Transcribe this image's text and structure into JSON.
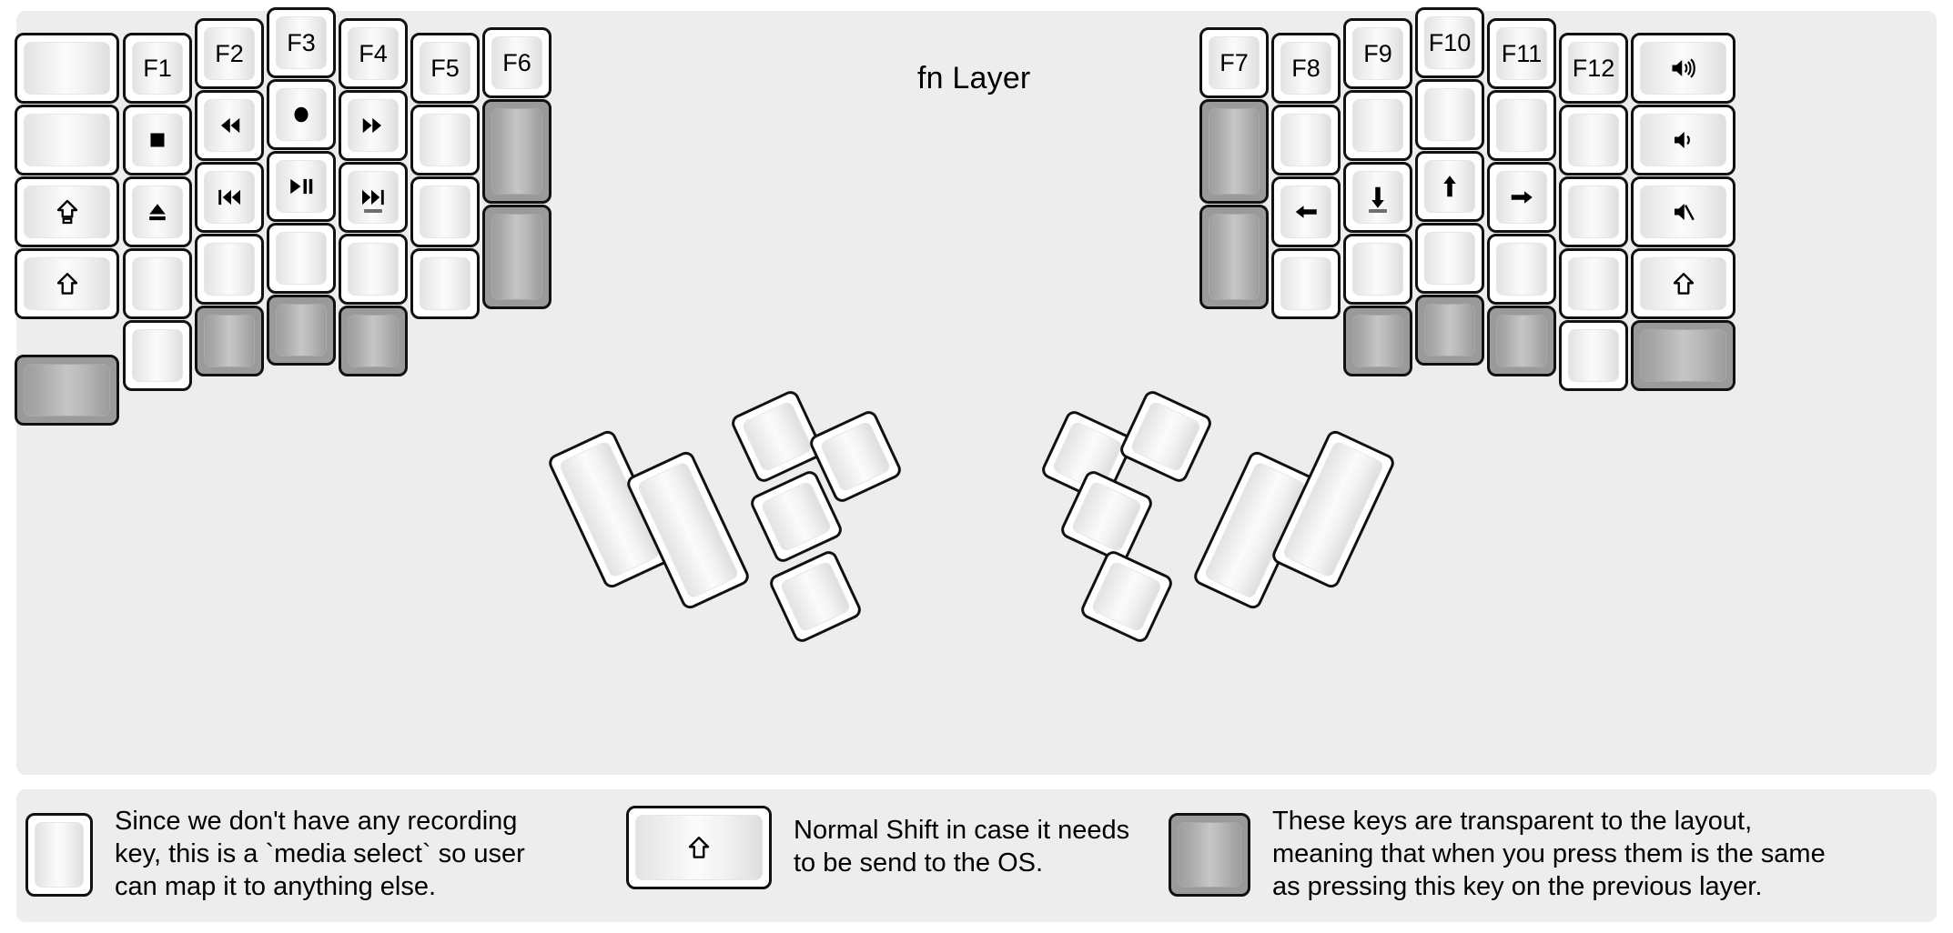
{
  "title": "fn Layer",
  "colors": {
    "panel_bg": "#ededed",
    "page_bg": "#ffffff",
    "key_face": "#ffffff",
    "key_border": "#111111",
    "transparent_key": "#9a9a9a",
    "legend_text": "#000000"
  },
  "legend": [
    {
      "icon": "record-dot-icon",
      "key_style": "normal",
      "text": "Since we don't have any recording\nkey, this is a `media select` so user\ncan map it to anything else."
    },
    {
      "icon": "shift-arrow-icon",
      "key_style": "normal",
      "text": "Normal Shift in case it needs\nto be send to the OS."
    },
    {
      "icon": "blank",
      "key_style": "transparent",
      "text": "These keys are transparent to the layout,\nmeaning that when you press them is the same\nas pressing this key on the previous layer."
    }
  ],
  "left_half": {
    "columns": [
      {
        "name": "col-outer-left",
        "keys": [
          {
            "label": "",
            "icon": "blank",
            "style": "normal"
          },
          {
            "label": "",
            "icon": "blank",
            "style": "normal"
          },
          {
            "label": "",
            "icon": "caps-lock-icon",
            "style": "normal"
          },
          {
            "label": "",
            "icon": "shift-arrow-icon",
            "style": "normal"
          },
          {
            "label": "",
            "icon": "blank",
            "style": "transparent"
          }
        ]
      },
      {
        "name": "col-pinky",
        "keys": [
          {
            "label": "F1",
            "icon": "",
            "style": "normal"
          },
          {
            "label": "",
            "icon": "media-stop-icon",
            "style": "normal"
          },
          {
            "label": "",
            "icon": "media-eject-icon",
            "style": "normal"
          },
          {
            "label": "",
            "icon": "blank",
            "style": "normal"
          },
          {
            "label": "",
            "icon": "blank",
            "style": "normal"
          }
        ]
      },
      {
        "name": "col-ring-inner",
        "keys": [
          {
            "label": "F2",
            "icon": "",
            "style": "normal"
          },
          {
            "label": "",
            "icon": "media-rewind-icon",
            "style": "normal"
          },
          {
            "label": "",
            "icon": "media-prev-track-icon",
            "style": "normal"
          },
          {
            "label": "",
            "icon": "blank",
            "style": "normal"
          },
          {
            "label": "",
            "icon": "blank",
            "style": "transparent"
          }
        ]
      },
      {
        "name": "col-middle",
        "keys": [
          {
            "label": "F3",
            "icon": "",
            "style": "normal"
          },
          {
            "label": "",
            "icon": "media-record-icon",
            "style": "normal"
          },
          {
            "label": "",
            "icon": "media-play-pause-icon",
            "style": "normal"
          },
          {
            "label": "",
            "icon": "blank",
            "style": "normal"
          },
          {
            "label": "",
            "icon": "blank",
            "style": "transparent"
          }
        ]
      },
      {
        "name": "col-index",
        "keys": [
          {
            "label": "F4",
            "icon": "",
            "style": "normal"
          },
          {
            "label": "",
            "icon": "media-fast-forward-icon",
            "style": "normal"
          },
          {
            "label": "",
            "icon": "media-next-track-icon",
            "style": "normal",
            "homing": true
          },
          {
            "label": "",
            "icon": "blank",
            "style": "normal"
          },
          {
            "label": "",
            "icon": "blank",
            "style": "transparent"
          }
        ]
      },
      {
        "name": "col-index-inner",
        "keys": [
          {
            "label": "F5",
            "icon": "",
            "style": "normal"
          },
          {
            "label": "",
            "icon": "blank",
            "style": "normal"
          },
          {
            "label": "",
            "icon": "blank",
            "style": "normal"
          },
          {
            "label": "",
            "icon": "blank",
            "style": "normal"
          }
        ]
      },
      {
        "name": "col-extra",
        "keys": [
          {
            "label": "F6",
            "icon": "",
            "style": "normal"
          },
          {
            "label": "",
            "icon": "blank",
            "style": "transparent"
          },
          {
            "label": "",
            "icon": "blank",
            "style": "transparent"
          }
        ]
      }
    ],
    "thumb_cluster": [
      {
        "label": "",
        "icon": "blank",
        "style": "normal",
        "size": "2u"
      },
      {
        "label": "",
        "icon": "blank",
        "style": "normal",
        "size": "2u"
      },
      {
        "label": "",
        "icon": "blank",
        "style": "normal",
        "size": "1u"
      },
      {
        "label": "",
        "icon": "blank",
        "style": "normal",
        "size": "1u"
      },
      {
        "label": "",
        "icon": "blank",
        "style": "normal",
        "size": "1u"
      },
      {
        "label": "",
        "icon": "blank",
        "style": "normal",
        "size": "1u"
      }
    ]
  },
  "right_half": {
    "columns": [
      {
        "name": "col-extra",
        "keys": [
          {
            "label": "F7",
            "icon": "",
            "style": "normal"
          },
          {
            "label": "",
            "icon": "blank",
            "style": "transparent"
          },
          {
            "label": "",
            "icon": "blank",
            "style": "transparent"
          }
        ]
      },
      {
        "name": "col-index-inner",
        "keys": [
          {
            "label": "F8",
            "icon": "",
            "style": "normal"
          },
          {
            "label": "",
            "icon": "blank",
            "style": "normal"
          },
          {
            "label": "",
            "icon": "arrow-left-icon",
            "style": "normal"
          },
          {
            "label": "",
            "icon": "blank",
            "style": "normal"
          }
        ]
      },
      {
        "name": "col-index",
        "keys": [
          {
            "label": "F9",
            "icon": "",
            "style": "normal"
          },
          {
            "label": "",
            "icon": "blank",
            "style": "normal"
          },
          {
            "label": "",
            "icon": "arrow-down-icon",
            "style": "normal",
            "homing": true
          },
          {
            "label": "",
            "icon": "blank",
            "style": "normal"
          },
          {
            "label": "",
            "icon": "blank",
            "style": "transparent"
          }
        ]
      },
      {
        "name": "col-middle",
        "keys": [
          {
            "label": "F10",
            "icon": "",
            "style": "normal"
          },
          {
            "label": "",
            "icon": "blank",
            "style": "normal"
          },
          {
            "label": "",
            "icon": "arrow-up-icon",
            "style": "normal"
          },
          {
            "label": "",
            "icon": "blank",
            "style": "normal"
          },
          {
            "label": "",
            "icon": "blank",
            "style": "transparent"
          }
        ]
      },
      {
        "name": "col-ring",
        "keys": [
          {
            "label": "F11",
            "icon": "",
            "style": "normal"
          },
          {
            "label": "",
            "icon": "blank",
            "style": "normal"
          },
          {
            "label": "",
            "icon": "arrow-right-icon",
            "style": "normal"
          },
          {
            "label": "",
            "icon": "blank",
            "style": "normal"
          },
          {
            "label": "",
            "icon": "blank",
            "style": "transparent"
          }
        ]
      },
      {
        "name": "col-pinky",
        "keys": [
          {
            "label": "F12",
            "icon": "",
            "style": "normal"
          },
          {
            "label": "",
            "icon": "blank",
            "style": "normal"
          },
          {
            "label": "",
            "icon": "blank",
            "style": "normal"
          },
          {
            "label": "",
            "icon": "blank",
            "style": "normal"
          },
          {
            "label": "",
            "icon": "blank",
            "style": "normal"
          }
        ]
      },
      {
        "name": "col-outer-right",
        "keys": [
          {
            "label": "",
            "icon": "volume-up-icon",
            "style": "normal"
          },
          {
            "label": "",
            "icon": "volume-down-icon",
            "style": "normal"
          },
          {
            "label": "",
            "icon": "volume-mute-icon",
            "style": "normal"
          },
          {
            "label": "",
            "icon": "shift-arrow-icon",
            "style": "normal"
          },
          {
            "label": "",
            "icon": "blank",
            "style": "transparent"
          }
        ]
      }
    ],
    "thumb_cluster": [
      {
        "label": "",
        "icon": "blank",
        "style": "normal",
        "size": "1u"
      },
      {
        "label": "",
        "icon": "blank",
        "style": "normal",
        "size": "1u"
      },
      {
        "label": "",
        "icon": "blank",
        "style": "normal",
        "size": "1u"
      },
      {
        "label": "",
        "icon": "blank",
        "style": "normal",
        "size": "1u"
      },
      {
        "label": "",
        "icon": "blank",
        "style": "normal",
        "size": "2u"
      },
      {
        "label": "",
        "icon": "blank",
        "style": "normal",
        "size": "2u"
      }
    ]
  }
}
